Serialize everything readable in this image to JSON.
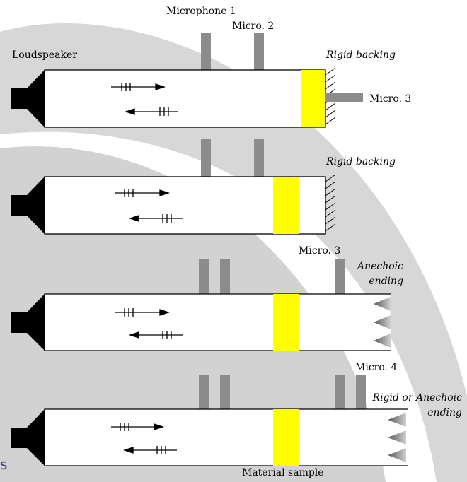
{
  "colors": {
    "background_arc": "#d4d4d4",
    "sample": "#ffff00",
    "microphone": "#8c8c8c",
    "outline": "#000000",
    "edge_text": "#3b3b8c"
  },
  "labels": {
    "microphone_1": "Microphone 1",
    "micro_2": "Micro. 2",
    "loudspeaker": "Loudspeaker",
    "rigid_backing_1": "Rigid backing",
    "micro_3_side": "Micro. 3",
    "rigid_backing_2": "Rigid backing",
    "micro_3_top": "Micro. 3",
    "anechoic_line1": "Anechoic",
    "anechoic_line2": "ending",
    "micro_4": "Micro. 4",
    "rigid_or_anechoic_line1": "Rigid or Anechoic",
    "rigid_or_anechoic_line2": "ending",
    "material_sample": "Material sample",
    "edge_left": "s"
  },
  "icons": [
    "loudspeaker-icon",
    "incident-wave-arrow",
    "reflected-wave-arrow",
    "rigid-backing-hatch",
    "anechoic-wedge-icon"
  ]
}
